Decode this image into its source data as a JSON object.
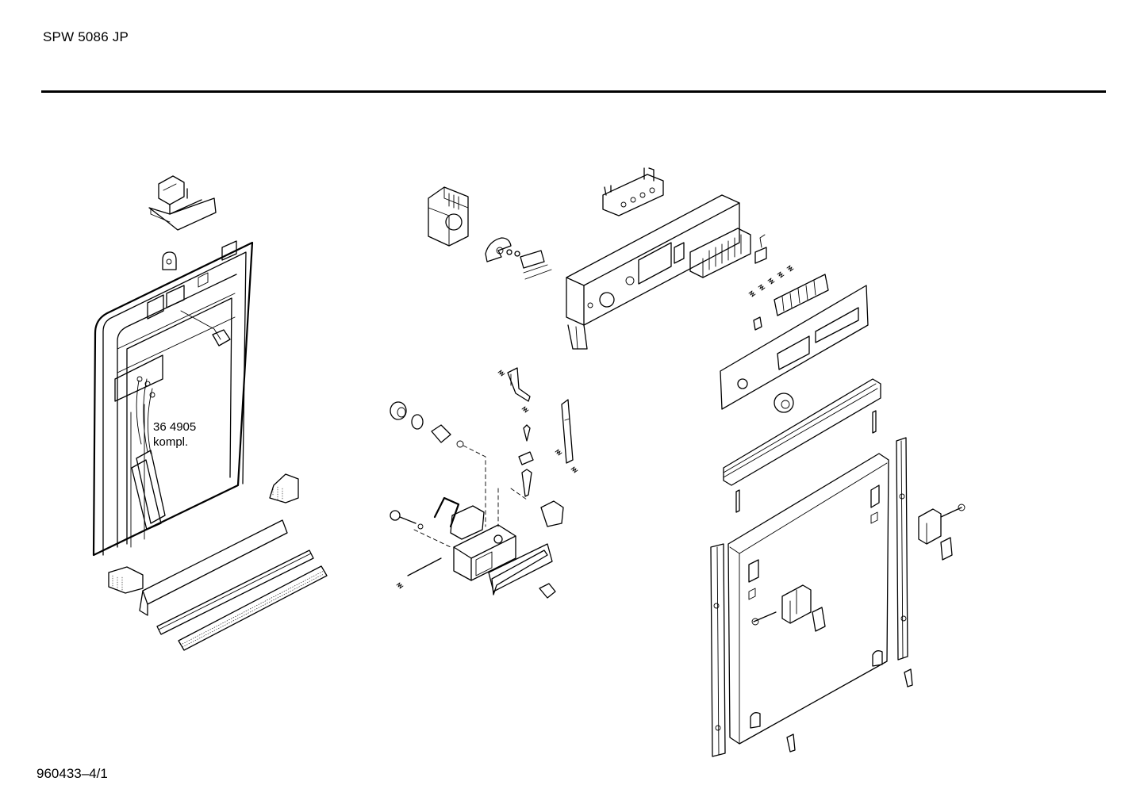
{
  "header": {
    "model": "SPW 5086 JP"
  },
  "callout": {
    "part_number": "36 4905",
    "note": "kompl."
  },
  "footer": {
    "document_number": "960433–4/1"
  },
  "colors": {
    "line": "#000000",
    "background": "#ffffff"
  }
}
